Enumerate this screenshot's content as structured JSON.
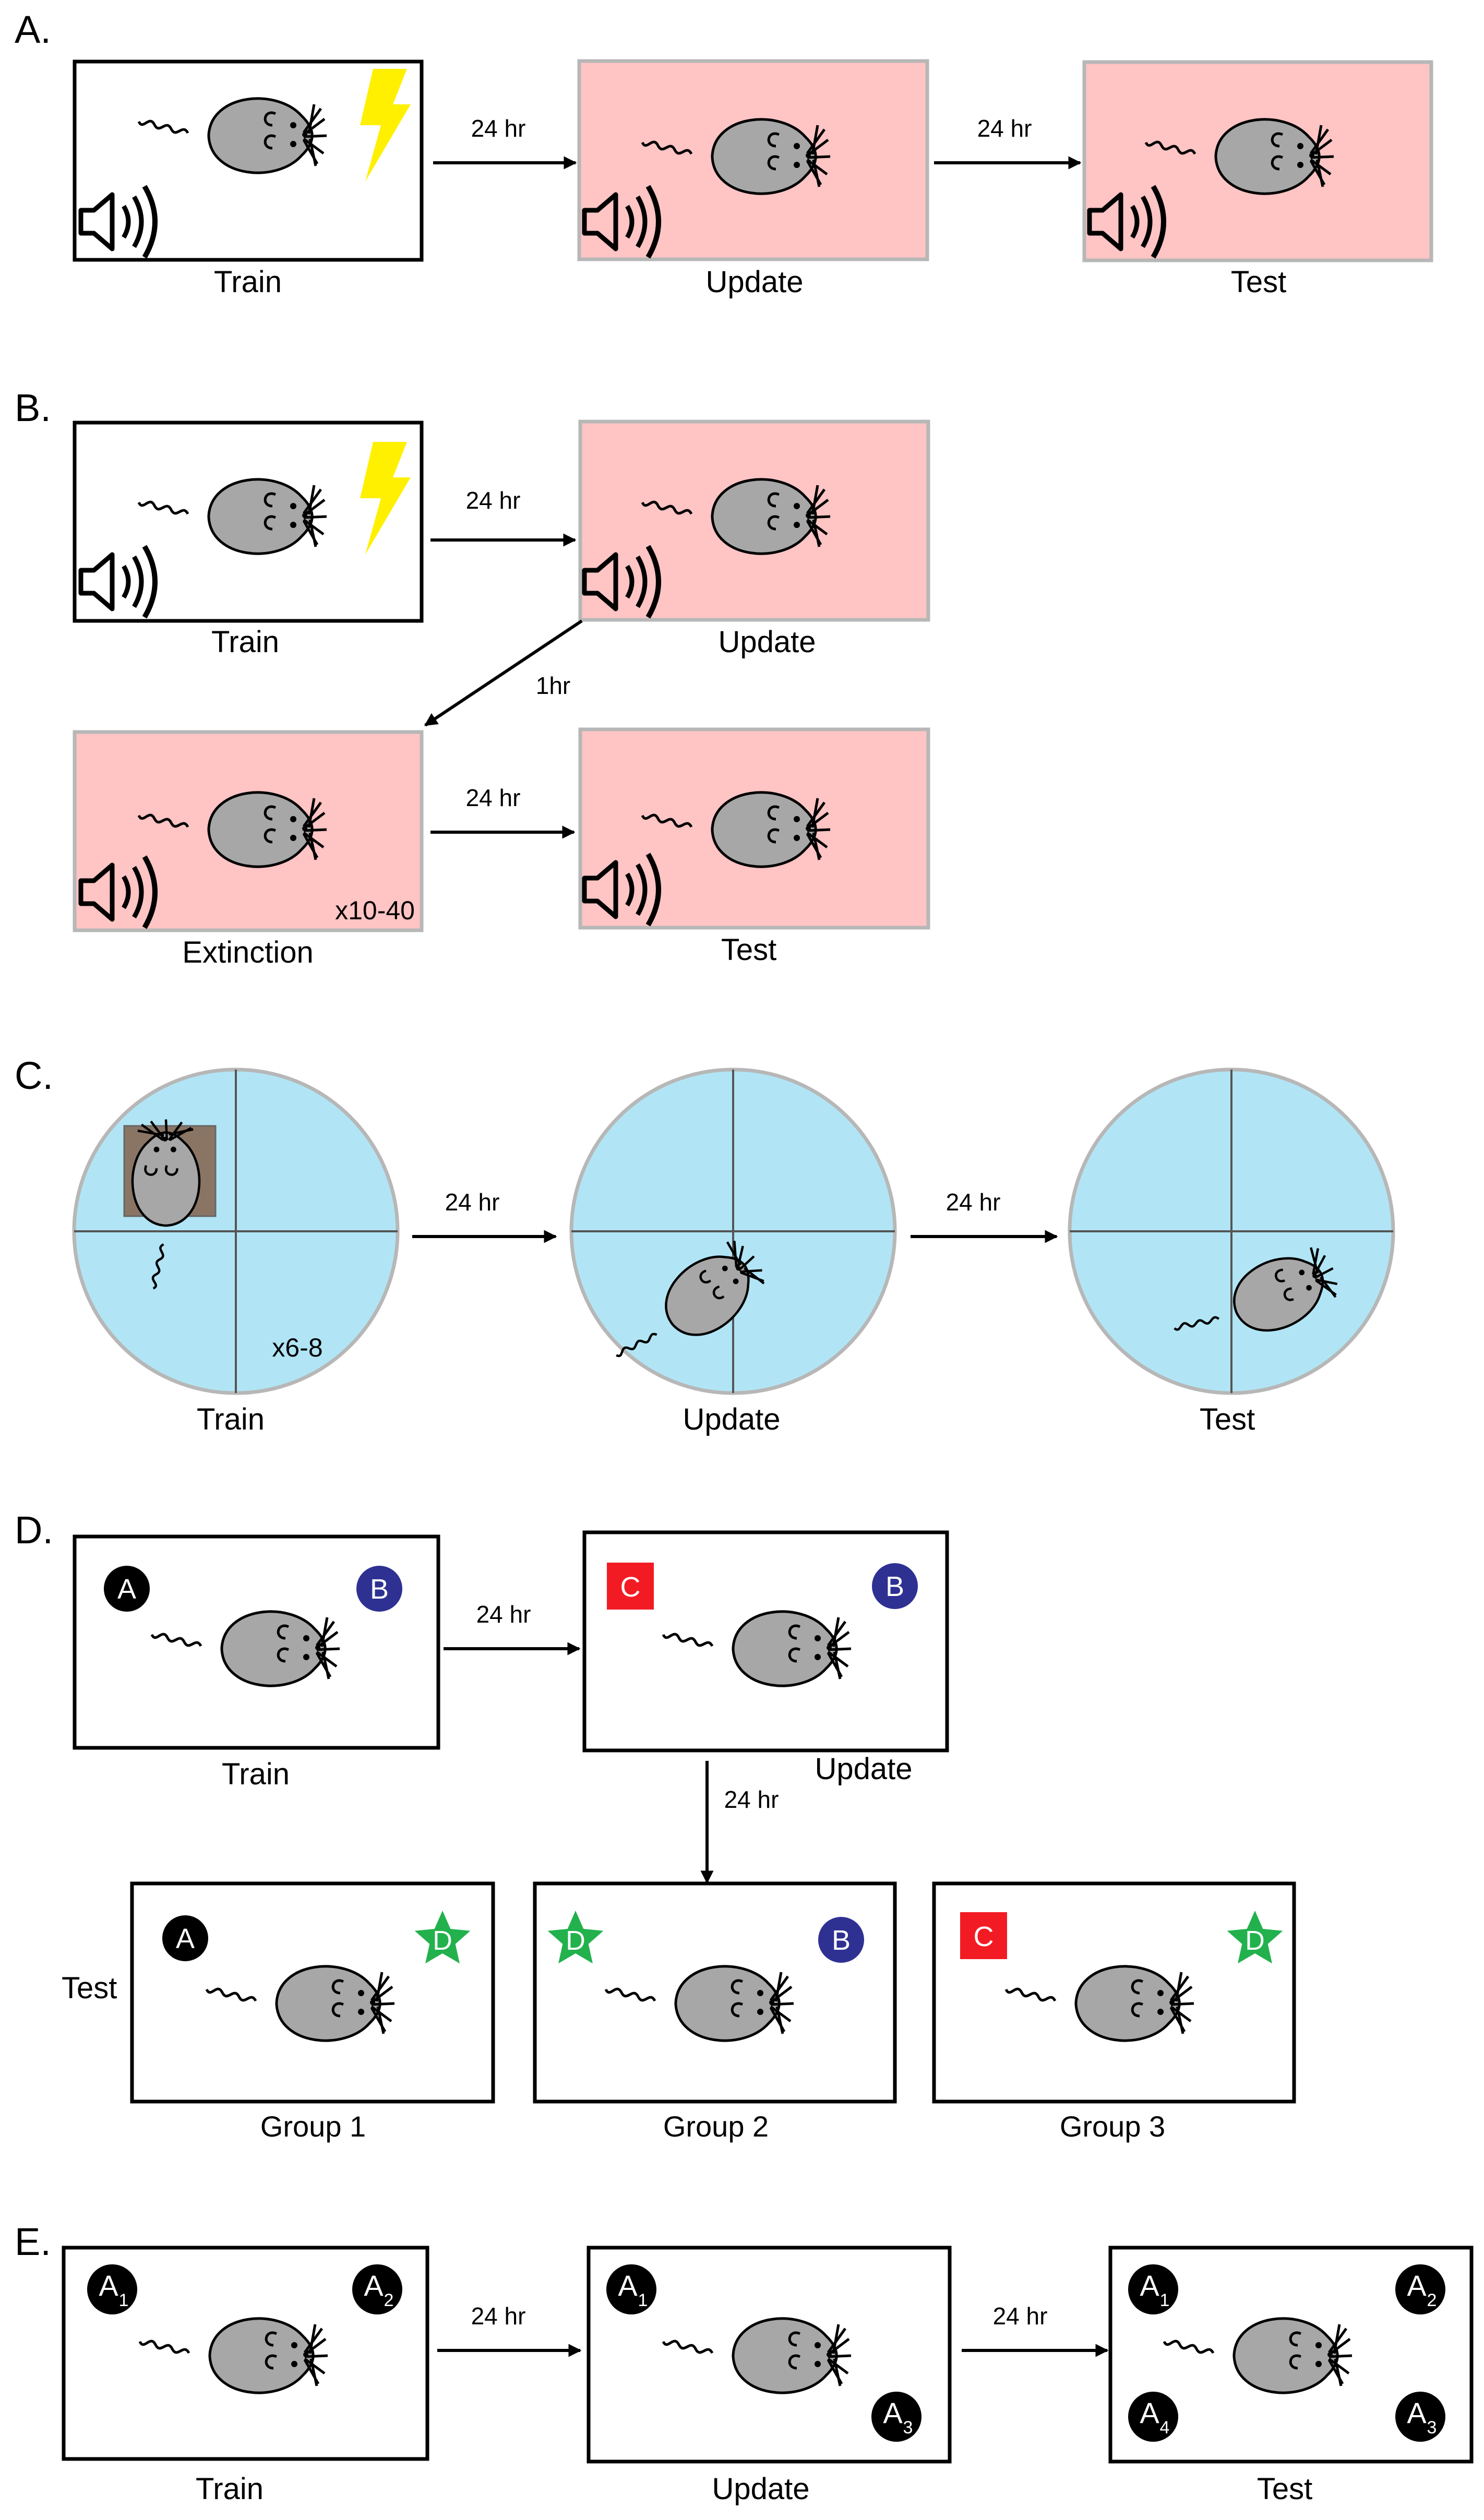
{
  "colors": {
    "pink_panel": "#FFC4C4",
    "blue_pool": "#B1E5F5",
    "platform": "#8A7565",
    "bolt": "#FFF000",
    "mouse": "#A7A7A7",
    "navy_object": "#2E3192",
    "red_object": "#F21B24",
    "green_object": "#22B14C",
    "black_object": "#000000"
  },
  "panels": {
    "A": {
      "label": "A.",
      "stages": [
        "Train",
        "Update",
        "Test"
      ],
      "intervals": [
        "24 hr",
        "24 hr"
      ]
    },
    "B": {
      "label": "B.",
      "stages": [
        "Train",
        "Update",
        "Extinction",
        "Test"
      ],
      "intervals": [
        "24 hr",
        "1hr",
        "24 hr"
      ],
      "repeat_note": "x10-40"
    },
    "C": {
      "label": "C.",
      "stages": [
        "Train",
        "Update",
        "Test"
      ],
      "intervals": [
        "24 hr",
        "24 hr"
      ],
      "repeat_note": "x6-8"
    },
    "D": {
      "label": "D.",
      "stages": [
        "Train",
        "Update"
      ],
      "intervals": [
        "24 hr",
        "24 hr"
      ],
      "test_label": "Test",
      "groups": [
        "Group 1",
        "Group 2",
        "Group 3"
      ],
      "objects": {
        "a": "A",
        "b": "B",
        "c": "C",
        "d": "D"
      }
    },
    "E": {
      "label": "E.",
      "stages": [
        "Train",
        "Update",
        "Test"
      ],
      "intervals": [
        "24 hr",
        "24 hr"
      ],
      "object_letter": "A",
      "subscripts": [
        "1",
        "2",
        "3",
        "4"
      ]
    }
  }
}
